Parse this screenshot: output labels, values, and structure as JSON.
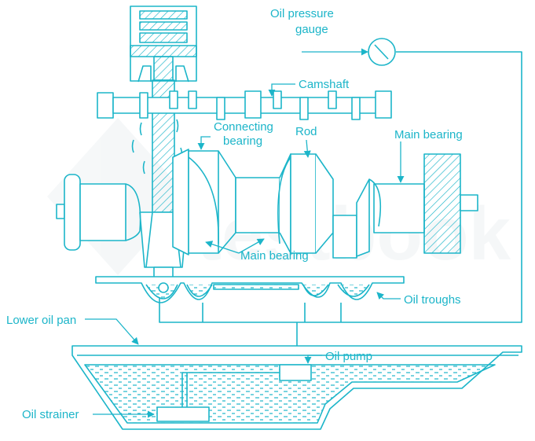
{
  "diagram": {
    "colors": {
      "line": "#1cb5c9",
      "background": "#ffffff",
      "watermark": "#eef2f4"
    },
    "labels": {
      "oil_pressure_gauge_line1": "Oil pressure",
      "oil_pressure_gauge_line2": "gauge",
      "camshaft": "Camshaft",
      "connecting_bearing_line1": "Connecting",
      "connecting_bearing_line2": "bearing",
      "rod": "Rod",
      "main_bearing_right": "Main bearing",
      "main_bearing_bottom": "Main bearing",
      "oil_troughs": "Oil troughs",
      "lower_oil_pan": "Lower oil pan",
      "oil_pump": "Oil pump",
      "oil_strainer": "Oil strainer"
    },
    "watermark_text": "testbook"
  }
}
